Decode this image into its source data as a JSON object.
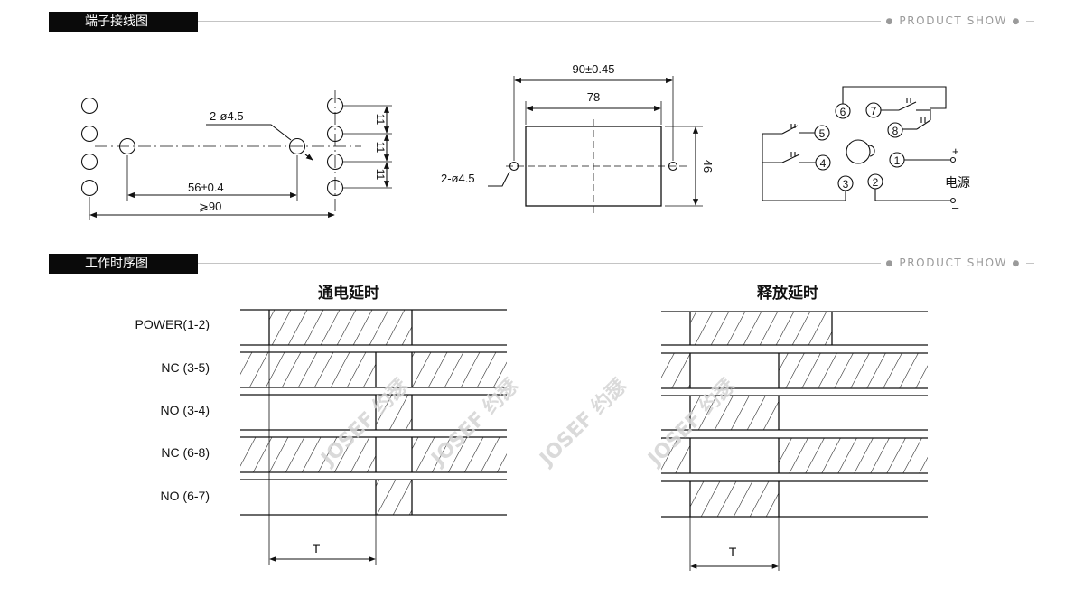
{
  "sections": [
    {
      "title": "端子接线图",
      "tag": "PRODUCT SHOW"
    },
    {
      "title": "工作时序图",
      "tag": "PRODUCT SHOW"
    }
  ],
  "wiring": {
    "hole_label_left": "2-ø4.5",
    "dim_spacing": "56±0.4",
    "dim_min_length": "⩾90",
    "dim_pitch": "11",
    "dim_outer_width": "90±0.45",
    "dim_inner_width": "78",
    "dim_height": "46",
    "hole_label_center": "2-ø4.5",
    "pins": [
      "1",
      "2",
      "3",
      "4",
      "5",
      "6",
      "7",
      "8"
    ],
    "power_plus": "+",
    "power_minus": "–",
    "power_label": "电源"
  },
  "timing": {
    "on_delay_title": "通电延时",
    "off_delay_title": "释放延时",
    "rows": [
      "POWER(1-2)",
      "NC  (3-5)",
      "NO  (3-4)",
      "NC  (6-8)",
      "NO  (6-7)"
    ],
    "period_label": "T"
  },
  "watermark": "JOSEF 约瑟"
}
